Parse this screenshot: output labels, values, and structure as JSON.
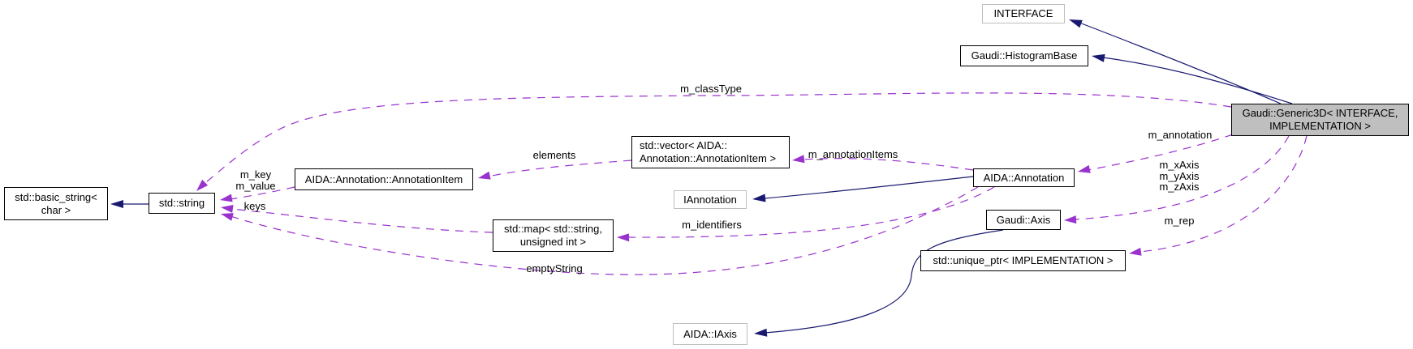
{
  "diagram": {
    "type": "collaboration-graph",
    "colors": {
      "inheritance_edge": "#191970",
      "usage_edge": "#9a32cd",
      "node_border": "#000000",
      "external_node_border": "#bebebe",
      "node_fill": "#ffffff",
      "focus_node_fill": "#bfbfbf",
      "background": "#ffffff"
    },
    "nodes": {
      "basic_string": {
        "lines": [
          "std::basic_string<",
          "char >"
        ]
      },
      "std_string": {
        "label": "std::string"
      },
      "annotation_item": {
        "label": "AIDA::Annotation::AnnotationItem"
      },
      "std_vector": {
        "lines": [
          "std::vector< AIDA::",
          "Annotation::AnnotationItem >"
        ]
      },
      "std_map": {
        "lines": [
          "std::map< std::string,",
          "unsigned int >"
        ]
      },
      "i_annotation": {
        "label": "IAnnotation"
      },
      "aida_annotation": {
        "label": "AIDA::Annotation"
      },
      "gaudi_axis": {
        "label": "Gaudi::Axis"
      },
      "interface": {
        "label": "INTERFACE"
      },
      "histogram_base": {
        "label": "Gaudi::HistogramBase"
      },
      "generic3d": {
        "lines": [
          "Gaudi::Generic3D< INTERFACE,",
          "IMPLEMENTATION >"
        ]
      },
      "unique_ptr": {
        "label": "std::unique_ptr< IMPLEMENTATION >"
      },
      "aida_iaxis": {
        "label": "AIDA::IAxis"
      }
    },
    "edge_labels": {
      "m_classType": "m_classType",
      "m_annotation": "m_annotation",
      "m_axes": [
        "m_xAxis",
        "m_yAxis",
        "m_zAxis"
      ],
      "m_rep": "m_rep",
      "m_annotationItems": "m_annotationItems",
      "elements": "elements",
      "m_key_value": [
        "m_key",
        "m_value"
      ],
      "keys": "keys",
      "m_identifiers": "m_identifiers",
      "emptyString": "emptyString"
    }
  }
}
